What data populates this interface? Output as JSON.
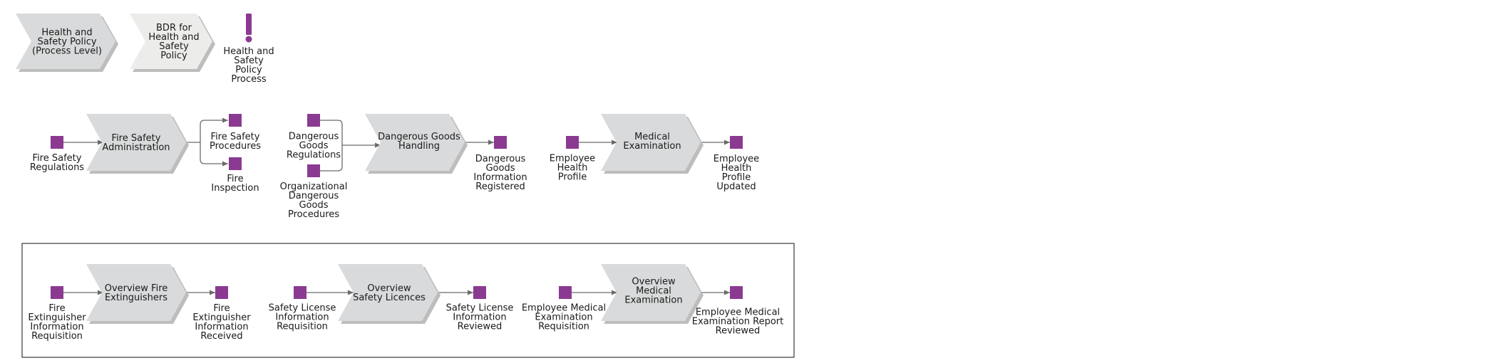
{
  "header": {
    "process_level_chevron": [
      "Health and",
      "Safety Policy",
      "(Process Level)"
    ],
    "bdr_chevron": [
      "BDR for",
      "Health and",
      "Safety",
      "Policy"
    ],
    "event_label": [
      "Health and",
      "Safety",
      "Policy",
      "Process"
    ]
  },
  "fire_safety": {
    "process": [
      "Fire Safety",
      "Administration"
    ],
    "input": [
      "Fire Safety",
      "Regulations"
    ],
    "output_1": [
      "Fire Safety",
      "Procedures"
    ],
    "output_2": [
      "Fire",
      "Inspection"
    ]
  },
  "dangerous_goods": {
    "process": [
      "Dangerous Goods",
      "Handling"
    ],
    "input_1": [
      "Dangerous",
      "Goods",
      "Regulations"
    ],
    "input_2": [
      "Organizational",
      "Dangerous",
      "Goods",
      "Procedures"
    ],
    "output": [
      "Dangerous",
      "Goods",
      "Information",
      "Registered"
    ]
  },
  "medical": {
    "process": [
      "Medical",
      "Examination"
    ],
    "input": [
      "Employee",
      "Health",
      "Profile"
    ],
    "output": [
      "Employee",
      "Health",
      "Profile",
      "Updated"
    ]
  },
  "overview_fire": {
    "process": [
      "Overview Fire",
      "Extinguishers"
    ],
    "input": [
      "Fire",
      "Extinguisher",
      "Information",
      "Requisition"
    ],
    "output": [
      "Fire",
      "Extinguisher",
      "Information",
      "Received"
    ]
  },
  "overview_safety": {
    "process": [
      "Overview",
      "Safety Licences"
    ],
    "input": [
      "Safety License",
      "Information",
      "Requisition"
    ],
    "output": [
      "Safety License",
      "Information",
      "Reviewed"
    ]
  },
  "overview_medical": {
    "process": [
      "Overview",
      "Medical",
      "Examination"
    ],
    "input": [
      "Employee Medical",
      "Examination",
      "Requisition"
    ],
    "output": [
      "Employee Medical",
      "Examination Report",
      "Reviewed"
    ]
  },
  "colors": {
    "chevron_fill": "#d9dadb",
    "chevron_light_fill": "#ececea",
    "chevron_shadow": "#bdbdbd",
    "object_fill": "#8b3a91",
    "event_fill": "#8b3a91",
    "connector": "#6b6b6b",
    "frame": "#3a3a3a",
    "text": "#1a1a1a"
  }
}
